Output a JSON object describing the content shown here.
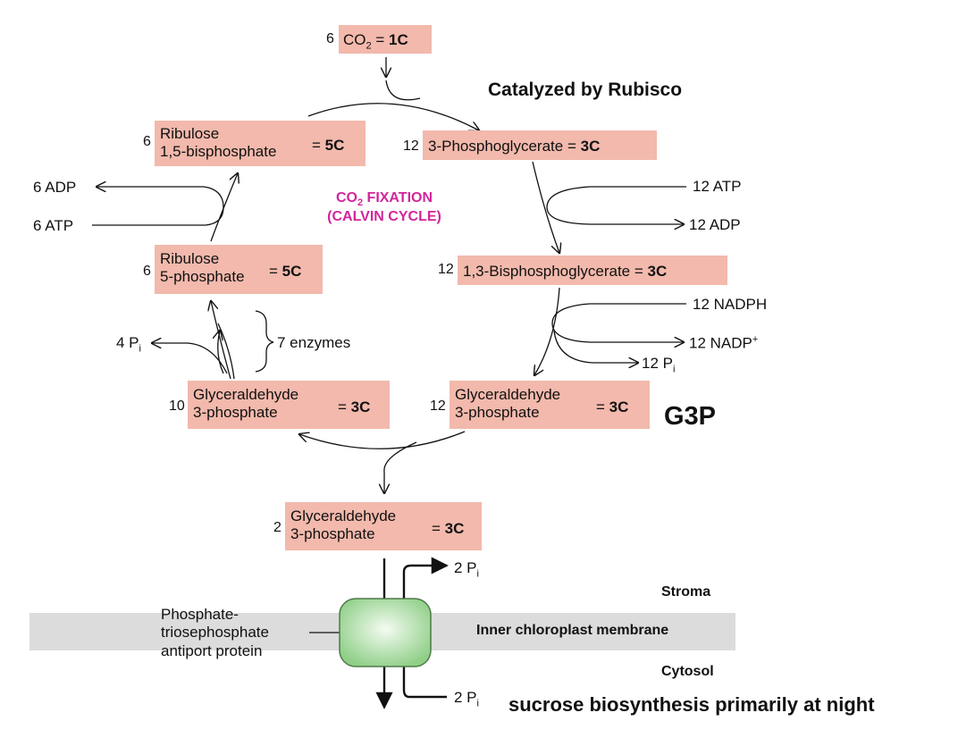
{
  "co2": {
    "coef": "6",
    "formula_main": "CO",
    "formula_sub": "2",
    "eq": "=",
    "carbon": "1C"
  },
  "catalyzed": "Catalyzed by Rubisco",
  "center_title": {
    "line1_main": "CO",
    "line1_sub": "2",
    "line1_rest": " FIXATION",
    "line2": "(CALVIN CYCLE)"
  },
  "rubp": {
    "coef": "6",
    "line1": "Ribulose",
    "line2": "1,5-bisphosphate",
    "eq": "=",
    "carbon": "5C"
  },
  "pga": {
    "coef": "12",
    "name": "3-Phosphoglycerate",
    "eq": "=",
    "carbon": "3C"
  },
  "bpg": {
    "coef": "12",
    "name": "1,3-Bisphosphoglycerate",
    "eq": "=",
    "carbon": "3C"
  },
  "g3p_right": {
    "coef": "12",
    "line1": "Glyceraldehyde",
    "line2": "3-phosphate",
    "eq": "=",
    "carbon": "3C"
  },
  "g3p_tag": "G3P",
  "g3p_left": {
    "coef": "10",
    "line1": "Glyceraldehyde",
    "line2": "3-phosphate",
    "eq": "=",
    "carbon": "3C"
  },
  "ru5p": {
    "coef": "6",
    "line1": "Ribulose",
    "line2": "5-phosphate",
    "eq": "=",
    "carbon": "5C"
  },
  "g3p_out": {
    "coef": "2",
    "line1": "Glyceraldehyde",
    "line2": "3-phosphate",
    "eq": "=",
    "carbon": "3C"
  },
  "side": {
    "adp6": "6 ADP",
    "atp6": "6 ATP",
    "atp12": "12 ATP",
    "adp12": "12 ADP",
    "nadph12": "12 NADPH",
    "nadp12_main": "12 NADP",
    "nadp12_sup": "+",
    "pi12_main": "12 P",
    "pi12_sub": "i",
    "pi4_main": "4 P",
    "pi4_sub": "i",
    "enzymes": "7 enzymes"
  },
  "membrane": {
    "stroma": "Stroma",
    "inner": "Inner chloroplast membrane",
    "cytosol": "Cytosol",
    "protein_line1": "Phosphate-",
    "protein_line2": "triosephosphate",
    "protein_line3": "antiport protein",
    "pi_top_main": "2 P",
    "pi_top_sub": "i",
    "pi_bot_main": "2 P",
    "pi_bot_sub": "i"
  },
  "sucrose_note": "sucrose biosynthesis primarily at night",
  "colors": {
    "box": "#f2b9ac",
    "magenta": "#d2269b",
    "membrane": "#dcdcdc",
    "protein": "#a8d8a0"
  }
}
